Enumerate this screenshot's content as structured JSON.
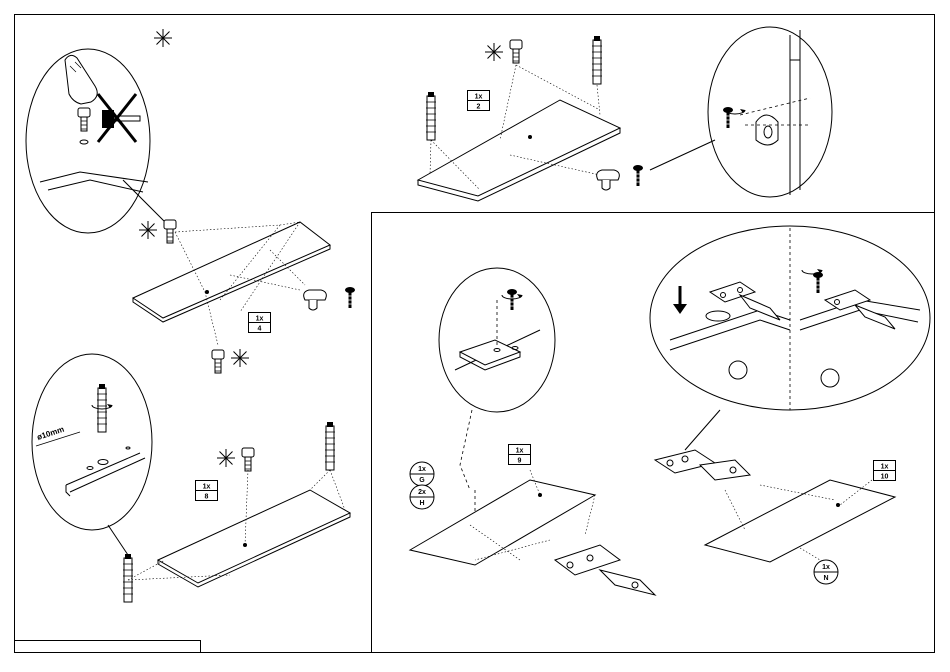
{
  "labels": {
    "qty_4": {
      "count": "1x",
      "part": "4"
    },
    "qty_8": {
      "count": "1x",
      "part": "8"
    },
    "qty_2": {
      "count": "1x",
      "part": "2"
    },
    "qty_9": {
      "count": "1x",
      "part": "9"
    },
    "qty_10": {
      "count": "1x",
      "part": "10"
    },
    "qty_g": {
      "count": "1x",
      "part": "G"
    },
    "qty_h": {
      "count": "2x",
      "part": "H"
    },
    "qty_n": {
      "count": "1x",
      "part": "N"
    }
  },
  "drill_diameter": "ø10mm",
  "icons": [
    "asterisk-icon",
    "finger-press-icon",
    "no-hammer-icon",
    "rotate-arrow-icon",
    "down-arrow-icon",
    "screw-icon",
    "dowel-icon",
    "cam-bolt-icon",
    "hinge-icon",
    "clip-icon"
  ]
}
